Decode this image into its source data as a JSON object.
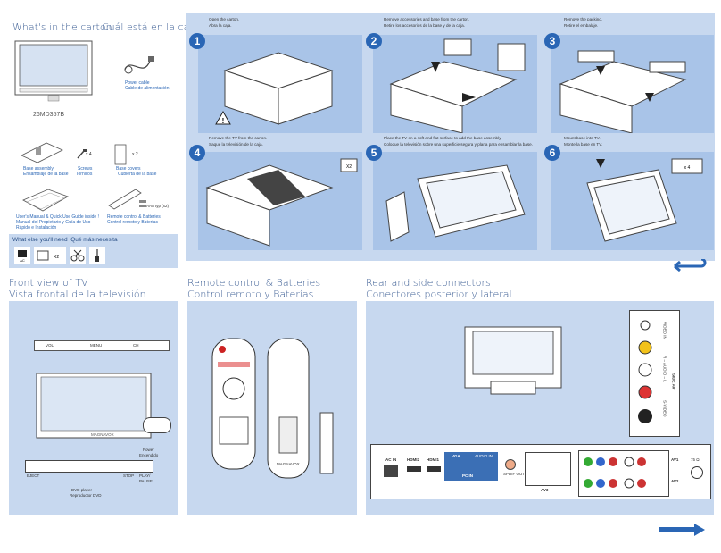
{
  "carton": {
    "title_en": "What's in the carton",
    "title_es": "Cuál está en la caja",
    "model": "26MD357B",
    "power_cable": {
      "en": "Power cable",
      "es": "Cable de alimentación"
    },
    "base_assembly": {
      "en": "Base assembly",
      "es": "Ensamblaje de la base"
    },
    "screws": {
      "en": "Screws",
      "es": "Tornillos",
      "count": "x 4"
    },
    "base_covers": {
      "en": "Base covers",
      "es": "Cubierta de la base",
      "count": "x 2"
    },
    "manual": {
      "en": "User's Manual & Quick Use Guide inside !",
      "es1": "Manual del Propietario y Guía de Uso",
      "es2": "Rápido e Instalación"
    },
    "remote": {
      "en": "Remote control & Batteries",
      "es": "Control remoto y Baterías",
      "battery": "AAA typ (x2)"
    }
  },
  "need": {
    "title_en": "What else you'll need",
    "title_es": "Qué más necesita",
    "ac_label": "AC",
    "x2": "X2"
  },
  "steps": [
    {
      "num": "1",
      "en": "Open the carton.",
      "es": "Abra la caja."
    },
    {
      "num": "2",
      "en": "Remove accessories and base from the carton.",
      "es": "Retire los accesorios de la base y de la caja."
    },
    {
      "num": "3",
      "en": "Remove the packing.",
      "es": "Retire el embalaje."
    },
    {
      "num": "4",
      "en": "Remove the TV from the carton.",
      "es": "Saque la televisión de la caja.",
      "badge": "X2"
    },
    {
      "num": "5",
      "en": "Place the TV on a soft and flat surface to add the base assembly.",
      "es": "Coloque la televisión sobre una superficie segura y plana para ensamblar la base."
    },
    {
      "num": "6",
      "en": "Mount base into TV.",
      "es": "Monte la base en TV.",
      "badge": "x 4"
    }
  ],
  "front": {
    "title_en": "Front view of TV",
    "title_es": "Vista frontal de la televisión",
    "buttons": [
      "VOL",
      "MENU",
      "CH"
    ],
    "power_en": "Power",
    "power_es": "Encendido",
    "dvd_buttons": [
      "EJECT",
      "STOP",
      "PLAY/\nPAUSE"
    ],
    "dvd_en": "DVD player",
    "dvd_es": "Reproductor DVD",
    "brand": "MAGNAVOX"
  },
  "remote_section": {
    "title_en": "Remote control & Batteries",
    "title_es": "Control remoto y Baterías",
    "brand": "MAGNAVOX"
  },
  "connectors": {
    "title_en": "Rear and side connectors",
    "title_es": "Conectores posterior y lateral",
    "side_labels": [
      "VIDEO IN",
      "R – AUDIO – L",
      "S-VIDEO",
      "SIDE AV"
    ],
    "rear_labels": {
      "ac_in": "AC IN",
      "hdmi2": "HDMI2",
      "hdmi1": "HDMI1",
      "vga": "VGA",
      "audio_in": "AUDIO IN",
      "pc_in": "PC IN",
      "spdif": "SPDIF OUT",
      "av3": "AV3",
      "av1": "AV1",
      "av2": "AV2",
      "ohm": "75 Ω"
    }
  },
  "colors": {
    "accent": "#2a66b5",
    "panel": "#c7d8ef",
    "step_panel": "#a9c4e8",
    "header_text": "#3a5c93"
  }
}
